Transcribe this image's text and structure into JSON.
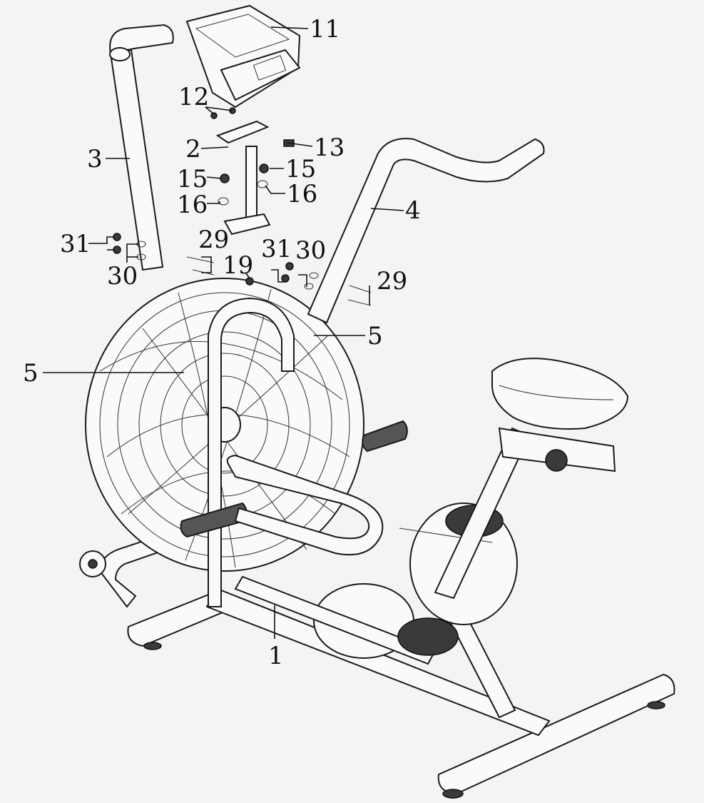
{
  "diagram": {
    "callouts": [
      "11",
      "12",
      "2",
      "13",
      "3",
      "15",
      "15",
      "16",
      "16",
      "4",
      "31",
      "29",
      "31",
      "30",
      "19",
      "30",
      "29",
      "5",
      "5",
      "1"
    ]
  }
}
